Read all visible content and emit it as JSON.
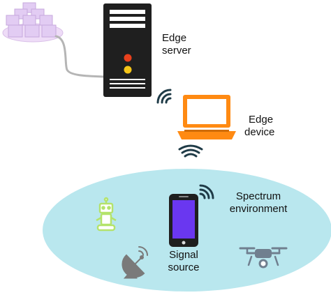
{
  "labels": {
    "edge_server": [
      "Edge",
      "server"
    ],
    "edge_device": [
      "Edge",
      "device"
    ],
    "spectrum_environment": [
      "Spectrum",
      "environment"
    ],
    "signal_source": [
      "Signal",
      "source"
    ]
  },
  "colors": {
    "ellipse": "#b9e7ee",
    "server_body": "#1f1f1f",
    "server_red_button": "#e8401c",
    "server_yellow_button": "#f5c518",
    "laptop": "#ff8a12",
    "phone_screen": "#6a37f0",
    "cloud": "#eedcf7",
    "cable": "#b5b5b5",
    "wifi": "#1f3b47",
    "robot": "#b4e36b",
    "drone": "#707f8f",
    "dish": "#7a7a7a"
  },
  "icons": [
    "data-center-icon",
    "server-tower-icon",
    "laptop-icon",
    "smartphone-icon",
    "robot-icon",
    "satellite-dish-icon",
    "drone-icon",
    "wifi-icon"
  ]
}
